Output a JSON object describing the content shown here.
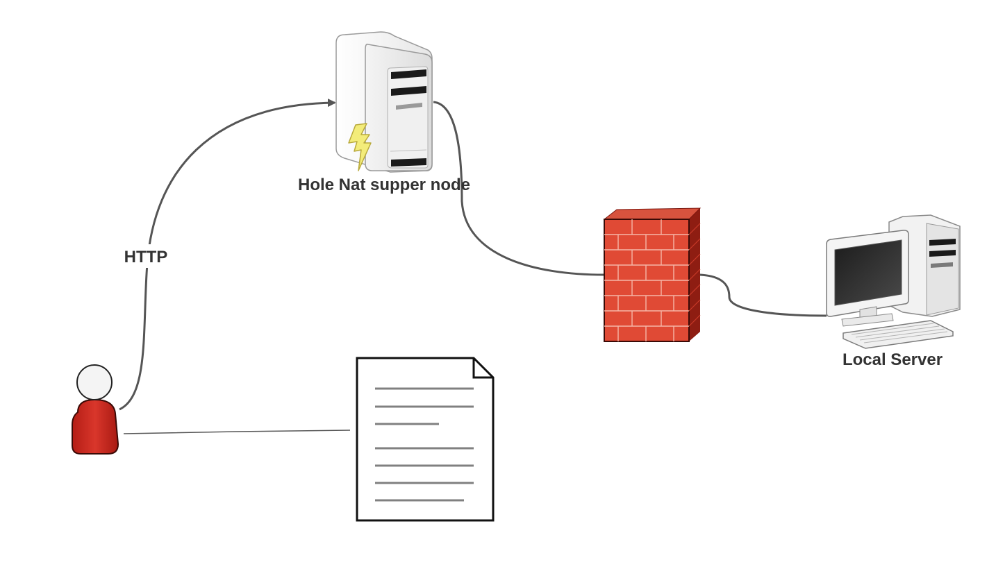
{
  "nodes": {
    "super_node": {
      "label": "Hole Nat supper node",
      "icon": "server-tower-icon"
    },
    "firewall": {
      "label": "",
      "icon": "brick-firewall-icon"
    },
    "local_server": {
      "label": "Local Server",
      "icon": "desktop-computer-icon"
    },
    "user": {
      "label": "",
      "icon": "user-person-icon"
    },
    "document": {
      "label": "",
      "icon": "document-page-icon"
    }
  },
  "edges": {
    "user_to_super_node": {
      "label": "HTTP",
      "directed": true
    },
    "super_node_to_firewall": {
      "label": "",
      "directed": false
    },
    "firewall_to_local_server": {
      "label": "",
      "directed": false
    },
    "user_to_document": {
      "label": "",
      "directed": false
    }
  },
  "colors": {
    "edge": "#555555",
    "firewall_brick": "#e04a35",
    "firewall_dark": "#8e1d12",
    "user_body": "#cf2a1f",
    "bolt": "#f3ec7a",
    "label_text": "#333333"
  }
}
